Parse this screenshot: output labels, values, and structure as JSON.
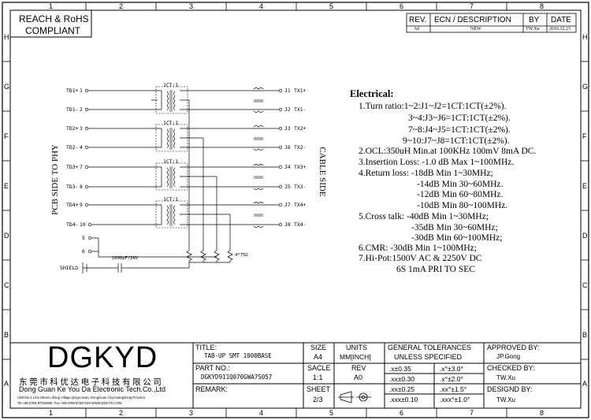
{
  "header": {
    "compliance_line1": "REACH & RoHS",
    "compliance_line2": "COMPLIANT"
  },
  "revision_table": {
    "headers": [
      "REV.",
      "ECN / DESCRIPTION",
      "BY",
      "DATE"
    ],
    "row": [
      "A0",
      "NEW",
      "TW.Xu",
      "2016.12.23"
    ]
  },
  "grid": {
    "columns": [
      "1",
      "2",
      "3",
      "4",
      "5",
      "6",
      "7",
      "8"
    ],
    "rows": [
      "H",
      "G",
      "F",
      "E",
      "D",
      "C",
      "B",
      "A"
    ]
  },
  "schematic": {
    "left_pins": [
      {
        "label": "TD1+",
        "num": "1"
      },
      {
        "label": "TD1-",
        "num": "2"
      },
      {
        "label": "TD2+",
        "num": "3"
      },
      {
        "label": "TD2-",
        "num": "4"
      },
      {
        "label": "TD3+",
        "num": "7"
      },
      {
        "label": "TD3-",
        "num": "8"
      },
      {
        "label": "TD4+",
        "num": "9"
      },
      {
        "label": "TD4-",
        "num": "10"
      },
      {
        "label": "",
        "num": "5"
      },
      {
        "label": "",
        "num": "6"
      }
    ],
    "right_pins": [
      {
        "pin": "J1",
        "label": "TX1+"
      },
      {
        "pin": "J2",
        "label": "TX1-"
      },
      {
        "pin": "J3",
        "label": "TX2+"
      },
      {
        "pin": "J6",
        "label": "TX2-"
      },
      {
        "pin": "J4",
        "label": "TX3+"
      },
      {
        "pin": "J5",
        "label": "TX3-"
      },
      {
        "pin": "J7",
        "label": "TX4+"
      },
      {
        "pin": "J8",
        "label": "TX4-"
      }
    ],
    "transformer_ratio": "1CT:1",
    "pcb_side": "PCB SIDE TO PHY",
    "cable_side": "CABLE SIDE",
    "shield": "SHIELD",
    "cap_label": "1000pF/2KV",
    "resistor_label": "4*75Ω"
  },
  "electrical": {
    "title": "Electrical:",
    "lines": [
      "1.Turn ratio:1~2:J1~J2=1CT:1CT(±2%).",
      "3~4:J3~J6=1CT:1CT(±2%).",
      "7~8:J4~J5=1CT:1CT(±2%).",
      "9~10:J7~J8=1CT:1CT(±2%).",
      "2.OCL:350uH Min.at 100KHz 100mV 8mA DC.",
      "3.Insertion Loss: -1.0 dB Max 1~100MHz.",
      "4.Return loss: -18dB Min 1~30MHz;",
      "-14dB Min 30~60MHz.",
      "-12dB Min 60~80MHz.",
      "-10dB Min 80~100MHz.",
      "5.Cross talk: -40dB Min 1~30MHz;",
      "-35dB Min 30~60MHz;",
      "-30dB Min 60~100MHz;",
      "6.CMR: -30dB Min 1~100MHz;",
      "7.Hi-Pot:1500V AC & 2250V DC",
      "6S 1mA PRI TO SEC"
    ]
  },
  "company": {
    "logo": "DGKYD",
    "name_cn": "东莞市科优达电子科技有限公司",
    "name_en": "Dong Guan Ke You Da Electronic Tech.Co.,Ltd",
    "address": "ADD:No.1 Lihe Street,Lihong Village,Qingxi town, DongGuan City,GuangDong Province",
    "contact": "Tel:+86-0769-87334808; Fax:+86-0769-87847129 WWW.DGKYD.COM"
  },
  "title_block": {
    "title_label": "TITLE:",
    "title_value": "TAB-UP SMT 1000BASE",
    "part_label": "PART NO.:",
    "part_value": "DGKYD911Q070GWA7S057",
    "remark_label": "REMARK:",
    "size_label": "SIZE",
    "size_value": "A4",
    "units_label": "UNITS",
    "units_value": "MM[INCH]",
    "scale_label": "SACLE",
    "scale_value": "1:1",
    "rev_label": "REV",
    "rev_value": "A0",
    "sheet_label": "SHEET",
    "sheet_value": "2/3",
    "tol_label1": "GENERAL TOLERANCES",
    "tol_label2": "UNLESS SPECIFIED",
    "tolerances": [
      [
        ".x±0.35",
        ".x°±3.0°"
      ],
      [
        ".xx±0.30",
        ".x°±2.0°"
      ],
      [
        ".xx±0.25",
        ".xx°±1.5°"
      ],
      [
        ".xxx±0.10",
        ".xxx°±1.0°"
      ]
    ],
    "approved_label": "APPROVED BY:",
    "approved_value": "JP.Gong",
    "checked_label": "CHECKED BY:",
    "checked_value": "TW.Xu",
    "designed_label": "DESIGND BY:",
    "designed_value": "TW.Xu"
  }
}
